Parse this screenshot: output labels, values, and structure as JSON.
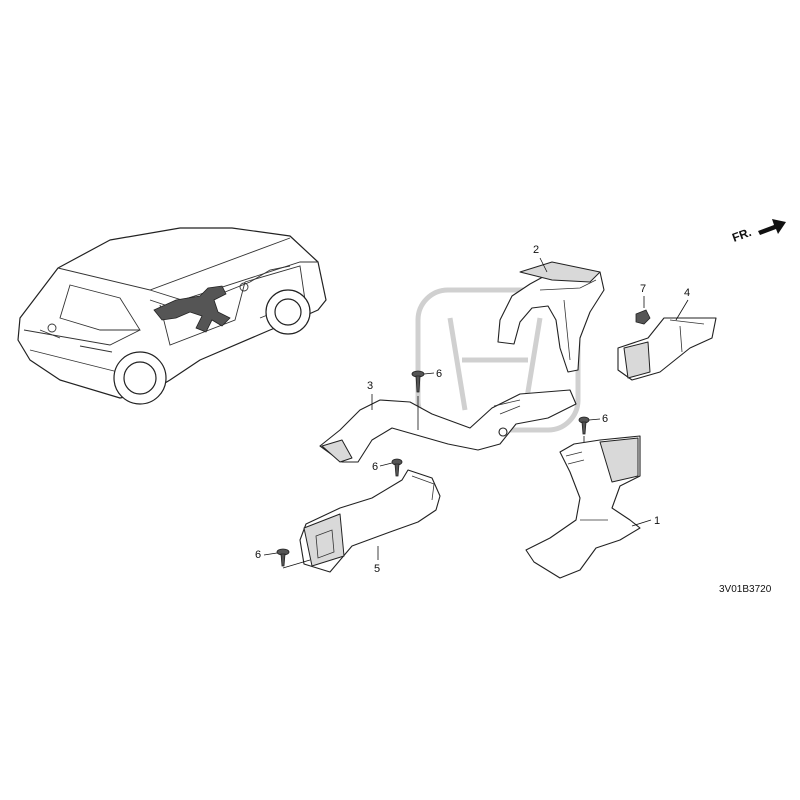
{
  "diagram": {
    "orientation_label": "FR.",
    "drawing_code": "3V01B3720",
    "callouts": {
      "part_1": "1",
      "part_2": "2",
      "part_3": "3",
      "part_4": "4",
      "part_5": "5",
      "part_6a": "6",
      "part_6b": "6",
      "part_6c": "6",
      "part_6d": "6",
      "part_7": "7"
    },
    "icons": {
      "vehicle": "suv-rear-three-quarter-icon",
      "location": "duct-location-highlight-icon",
      "direction": "front-arrow-icon",
      "watermark": "honda-logo-watermark-icon"
    }
  }
}
